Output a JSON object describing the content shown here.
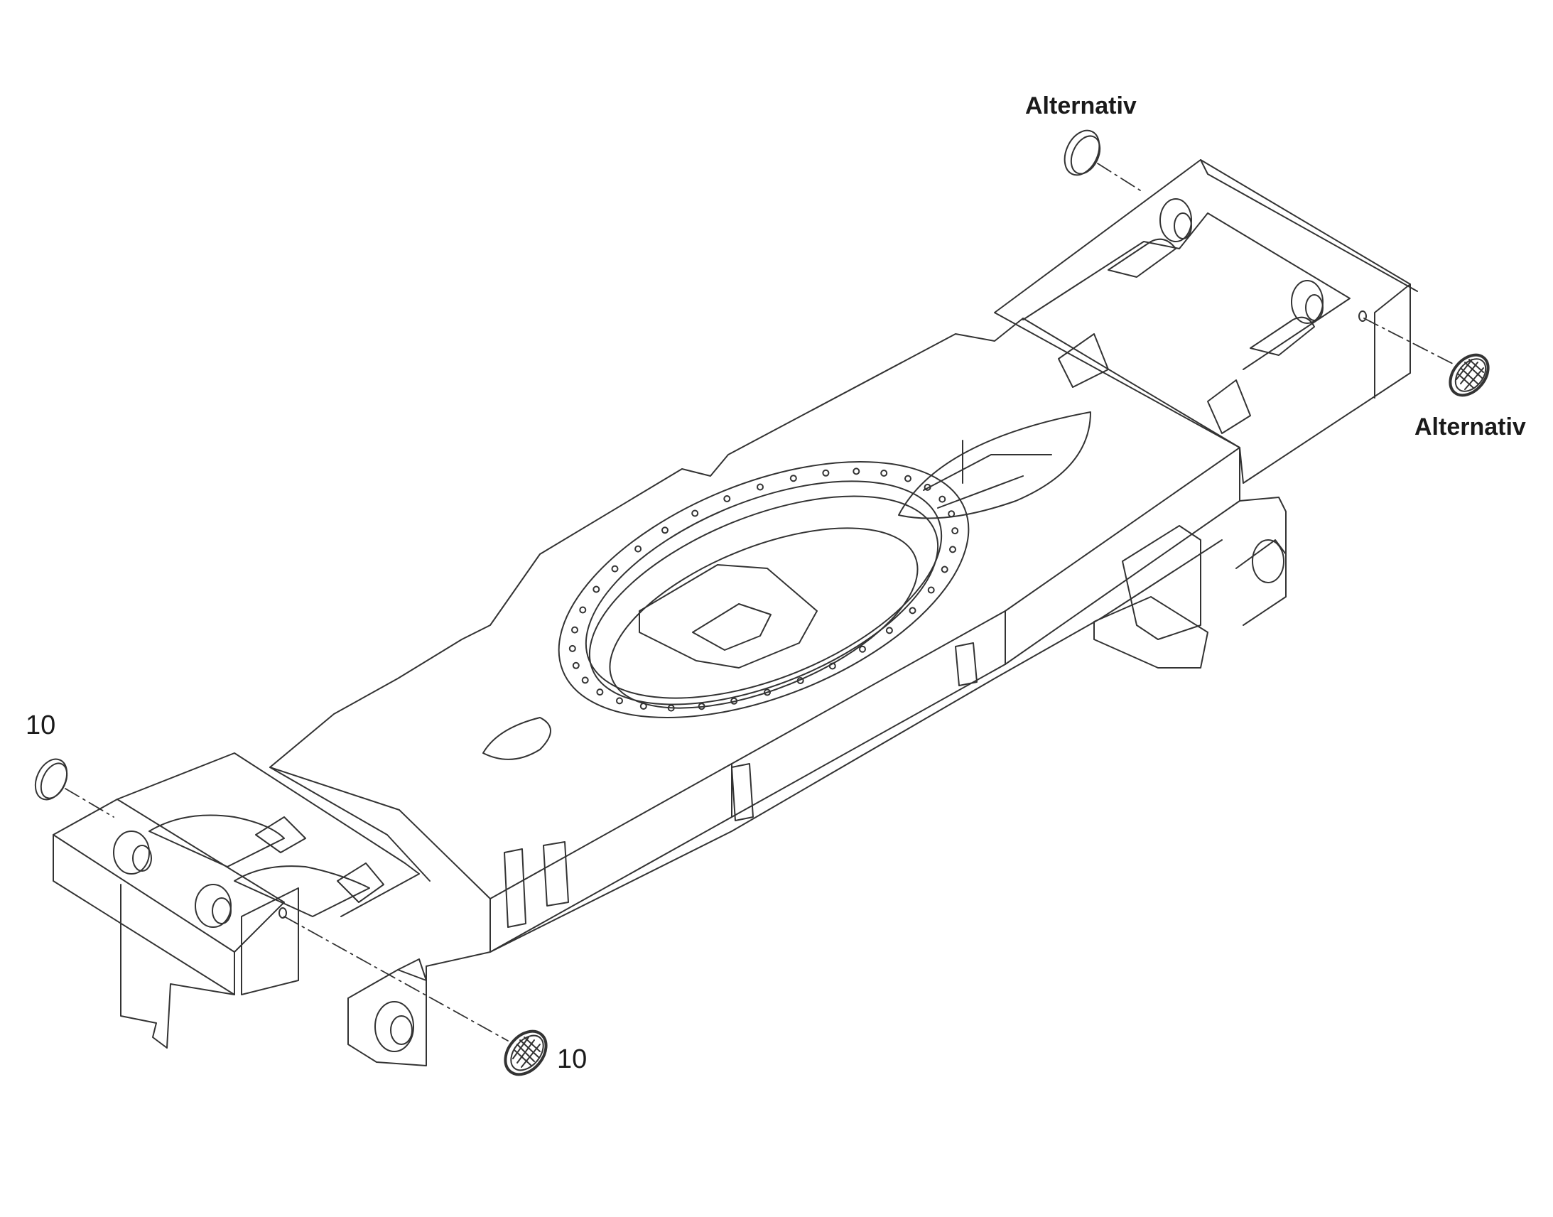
{
  "callouts": {
    "part_10_left": "10",
    "part_10_bottom": "10",
    "alt_top": "Alternativ",
    "alt_right": "Alternativ"
  },
  "colors": {
    "line": "#333333",
    "background": "#ffffff"
  }
}
